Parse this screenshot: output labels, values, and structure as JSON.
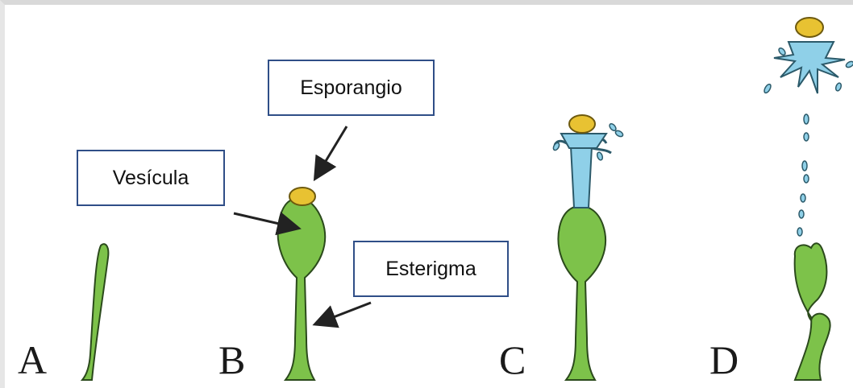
{
  "labels": {
    "sporangium": "Esporangio",
    "vesicle": "Vesícula",
    "sterigma": "Esterigma"
  },
  "stages": [
    "A",
    "B",
    "C",
    "D"
  ],
  "colors": {
    "stalk_green": "#7dc24a",
    "outline": "#2b4a1c",
    "sporangium_yellow": "#e8c232",
    "spore_blue": "#8fd0e8",
    "callout_border": "#2f4e87",
    "arrow": "#222222"
  }
}
